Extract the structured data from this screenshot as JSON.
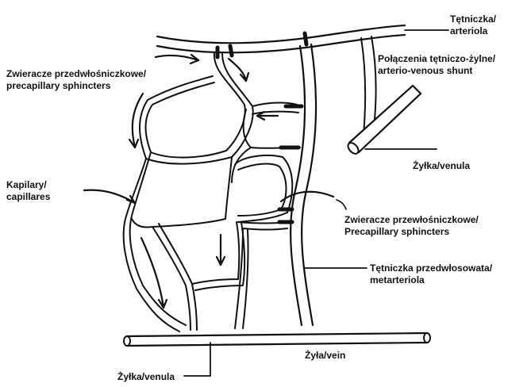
{
  "labels": {
    "arteriole": [
      "Tętniczka/",
      "arteriola"
    ],
    "shunt": [
      "Połączenia tętniczo-żylne/",
      "arterio-venous shunt"
    ],
    "venule_right": [
      "Żyłka/venula"
    ],
    "sphincters_top": [
      "Zwieracze przedwłośniczkowe/",
      "precapillary sphincters"
    ],
    "capillaries": [
      "Kapilary/",
      "capillares"
    ],
    "sphincters_mid": [
      "Zwieracze przewłośniczkowe/",
      "Precapillary sphincters"
    ],
    "metarteriole": [
      "Tętniczka przedwłosowata/",
      "metarteriola"
    ],
    "vein": [
      "Żyła/vein"
    ],
    "venule_bottom": [
      "Żyłka/venula"
    ]
  },
  "colors": {
    "ink": "#111111",
    "paper": "#ffffff"
  }
}
